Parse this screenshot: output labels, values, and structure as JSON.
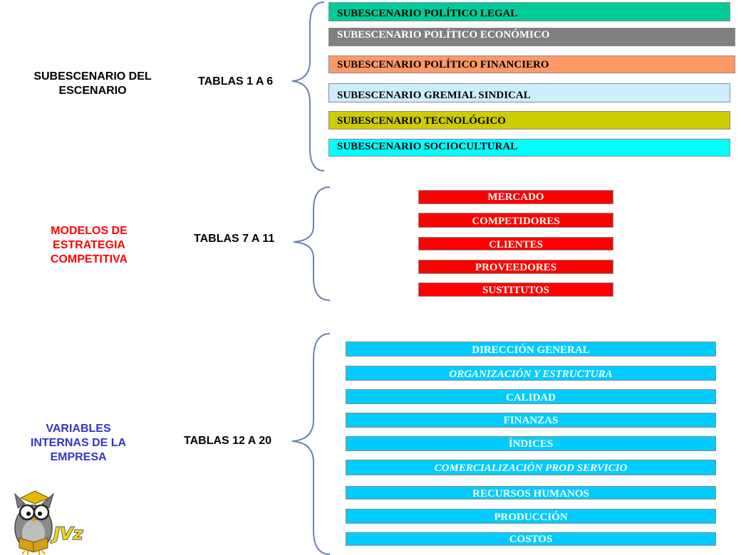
{
  "sections": [
    {
      "label": "SUBESCENARIO DEL\nESCENARIO",
      "label_color": "#000000",
      "tablas": "TABLAS 1 A 6",
      "items": [
        {
          "text": "SUBESCENARIO POLÍTICO LEGAL",
          "color": "#00cc99"
        },
        {
          "text": "SUBESCENARIO POLÍTICO ECONÓMICO",
          "color": "#808080"
        },
        {
          "text": "SUBESCENARIO POLÍTICO FINANCIERO",
          "color": "#ff9966"
        },
        {
          "text": "SUBESCENARIO GREMIAL SINDICAL",
          "color": "#cceeff"
        },
        {
          "text": "SUBESCENARIO TECNOLÓGICO",
          "color": "#cccc00"
        },
        {
          "text": "SUBESCENARIO SOCIOCULTURAL",
          "color": "#00ffff"
        }
      ]
    },
    {
      "label": "MODELOS DE\nESTRATEGIA\nCOMPETITIVA",
      "label_color": "#ff0000",
      "tablas": "TABLAS 7 A 11",
      "items": [
        {
          "text": "MERCADO",
          "color": "#ff0000"
        },
        {
          "text": "COMPETIDORES",
          "color": "#ff0000"
        },
        {
          "text": "CLIENTES",
          "color": "#ff0000"
        },
        {
          "text": "PROVEEDORES",
          "color": "#ff0000"
        },
        {
          "text": "SUSTITUTOS",
          "color": "#ff0000"
        }
      ]
    },
    {
      "label": "VARIABLES\nINTERNAS DE LA\nEMPRESA",
      "label_color": "#3333cc",
      "tablas": "TABLAS 12 A 20",
      "items": [
        {
          "text": "DIRECCIÓN GENERAL",
          "color": "#00ccff"
        },
        {
          "text": "ORGANIZACIÓN Y ESTRUCTURA",
          "color": "#00ccff"
        },
        {
          "text": "CALIDAD",
          "color": "#00ccff"
        },
        {
          "text": "FINANZAS",
          "color": "#00ccff"
        },
        {
          "text": "ÍNDICES",
          "color": "#00ccff"
        },
        {
          "text": "COMERCIALIZACIÓN PROD SERVICIO",
          "color": "#00ccff"
        },
        {
          "text": "RECURSOS HUMANOS",
          "color": "#00ccff"
        },
        {
          "text": "PRODUCCIÓN",
          "color": "#00ccff"
        },
        {
          "text": "COSTOS",
          "color": "#00ccff"
        }
      ]
    }
  ],
  "logo": {
    "text": "JVz",
    "color": "#3333cc"
  }
}
